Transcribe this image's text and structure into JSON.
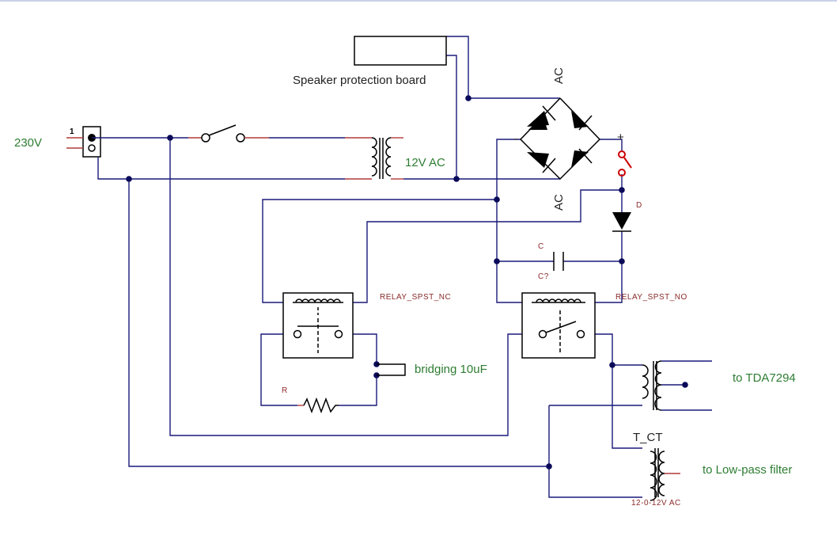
{
  "labels": {
    "mains": "230V",
    "pin1": "1",
    "protection_board": "Speaker protection board",
    "secondary": "12V AC",
    "ac_top": "AC",
    "ac_bottom": "AC",
    "plus": "+",
    "minus": "-",
    "diode": "D",
    "cap1": "C",
    "cap2": "C?",
    "relay_nc": "RELAY_SPST_NC",
    "relay_no": "RELAY_SPST_NO",
    "bridging": "bridging 10uF",
    "resistor": "R",
    "to_amp": "to TDA7294",
    "transformer_ct": "T_CT",
    "to_lpf": "to Low-pass filter",
    "transformer_rating": "12-0-12V AC"
  },
  "colors": {
    "wire": "#1a1a7a",
    "pin_stub": "#b23a3a",
    "green_text": "#2e7d32",
    "switch_red": "#cc0000",
    "part_label": "#8b2a2a"
  }
}
